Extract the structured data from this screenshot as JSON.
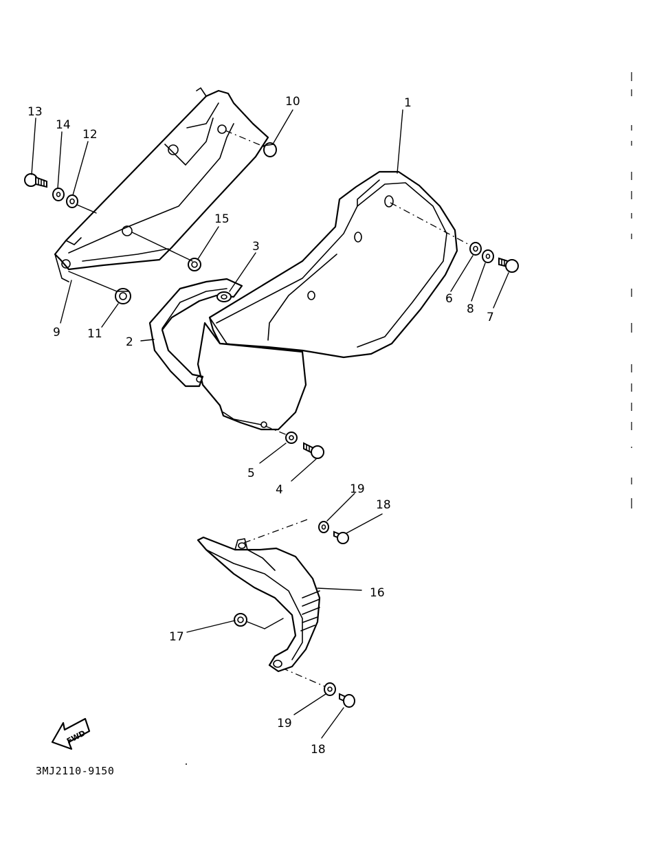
{
  "callouts": {
    "c1": "1",
    "c2": "2",
    "c3": "3",
    "c4": "4",
    "c5": "5",
    "c6": "6",
    "c7": "7",
    "c8": "8",
    "c9": "9",
    "c10": "10",
    "c11": "11",
    "c12": "12",
    "c13": "13",
    "c14": "14",
    "c15": "15",
    "c16": "16",
    "c17": "17",
    "c18a": "18",
    "c18b": "18",
    "c19a": "19",
    "c19b": "19"
  },
  "fwd_arrow_label": "FWD",
  "diagram_code": "3MJ2110-9150"
}
